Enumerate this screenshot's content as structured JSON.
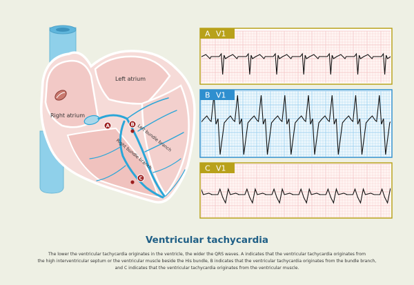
{
  "heart": {
    "left_atrium": "Left atrium",
    "right_atrium": "Right atrium",
    "left_bundle_branch": "Left bundle branch",
    "right_bundle_branch": "Right bundle branch",
    "points": [
      "A",
      "B",
      "C"
    ]
  },
  "panels": [
    {
      "letter": "A",
      "lead": "V1",
      "color": "#b8a11a",
      "grid": "#f3bfc0",
      "trace": "narrow"
    },
    {
      "letter": "B",
      "lead": "V1",
      "color": "#2f8fcf",
      "grid": "#8fc9ec",
      "trace": "wide"
    },
    {
      "letter": "C",
      "lead": "V1",
      "color": "#b8a11a",
      "grid": "#f3bfc0",
      "trace": "slurred"
    }
  ],
  "title": "Ventricular tachycardia",
  "caption": [
    "The lower the ventricular tachycardia originates in the ventricle, the wider the QRS waves. A indicates that the ventricular tachycardia originates from",
    "the high interventricular septum or the ventricular muscle beside the His bundle, B indicates that the ventricular tachycardia originates from the bundle branch,",
    "and C indicates that the ventricular tachycardia originates from the ventricular muscle."
  ],
  "colors": {
    "background": "#eef0e4",
    "vessel": "#8fd0ea",
    "heart_fill": "#f6dbd8",
    "conduction": "#2aa6d8",
    "point": "#9b1c1c"
  }
}
